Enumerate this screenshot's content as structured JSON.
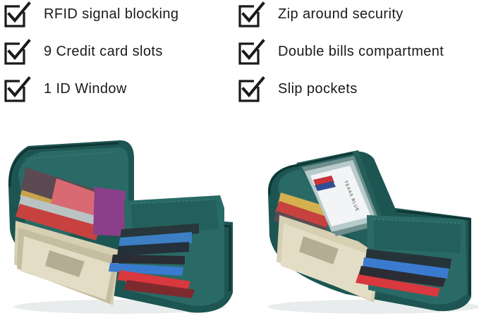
{
  "features": {
    "left": [
      {
        "label": "RFID signal blocking",
        "icon": "checkbox-checked-icon"
      },
      {
        "label": "9 Credit card slots",
        "icon": "checkbox-checked-icon"
      },
      {
        "label": "1 ID Window",
        "icon": "checkbox-checked-icon"
      }
    ],
    "right": [
      {
        "label": "Zip around security",
        "icon": "checkbox-checked-icon"
      },
      {
        "label": "Double bills compartment",
        "icon": "checkbox-checked-icon"
      },
      {
        "label": "Slip pockets",
        "icon": "checkbox-checked-icon"
      }
    ]
  },
  "photos": {
    "wallet_color": "#1f5e5a",
    "id_card_text": "TEXAS BLUE"
  },
  "colors": {
    "text": "#1a1a1a",
    "checkbox": "#1a1a1a",
    "wallet_leather": "#1f5e5a",
    "wallet_dark": "#143f3d",
    "cash": "#d9d3b8"
  }
}
